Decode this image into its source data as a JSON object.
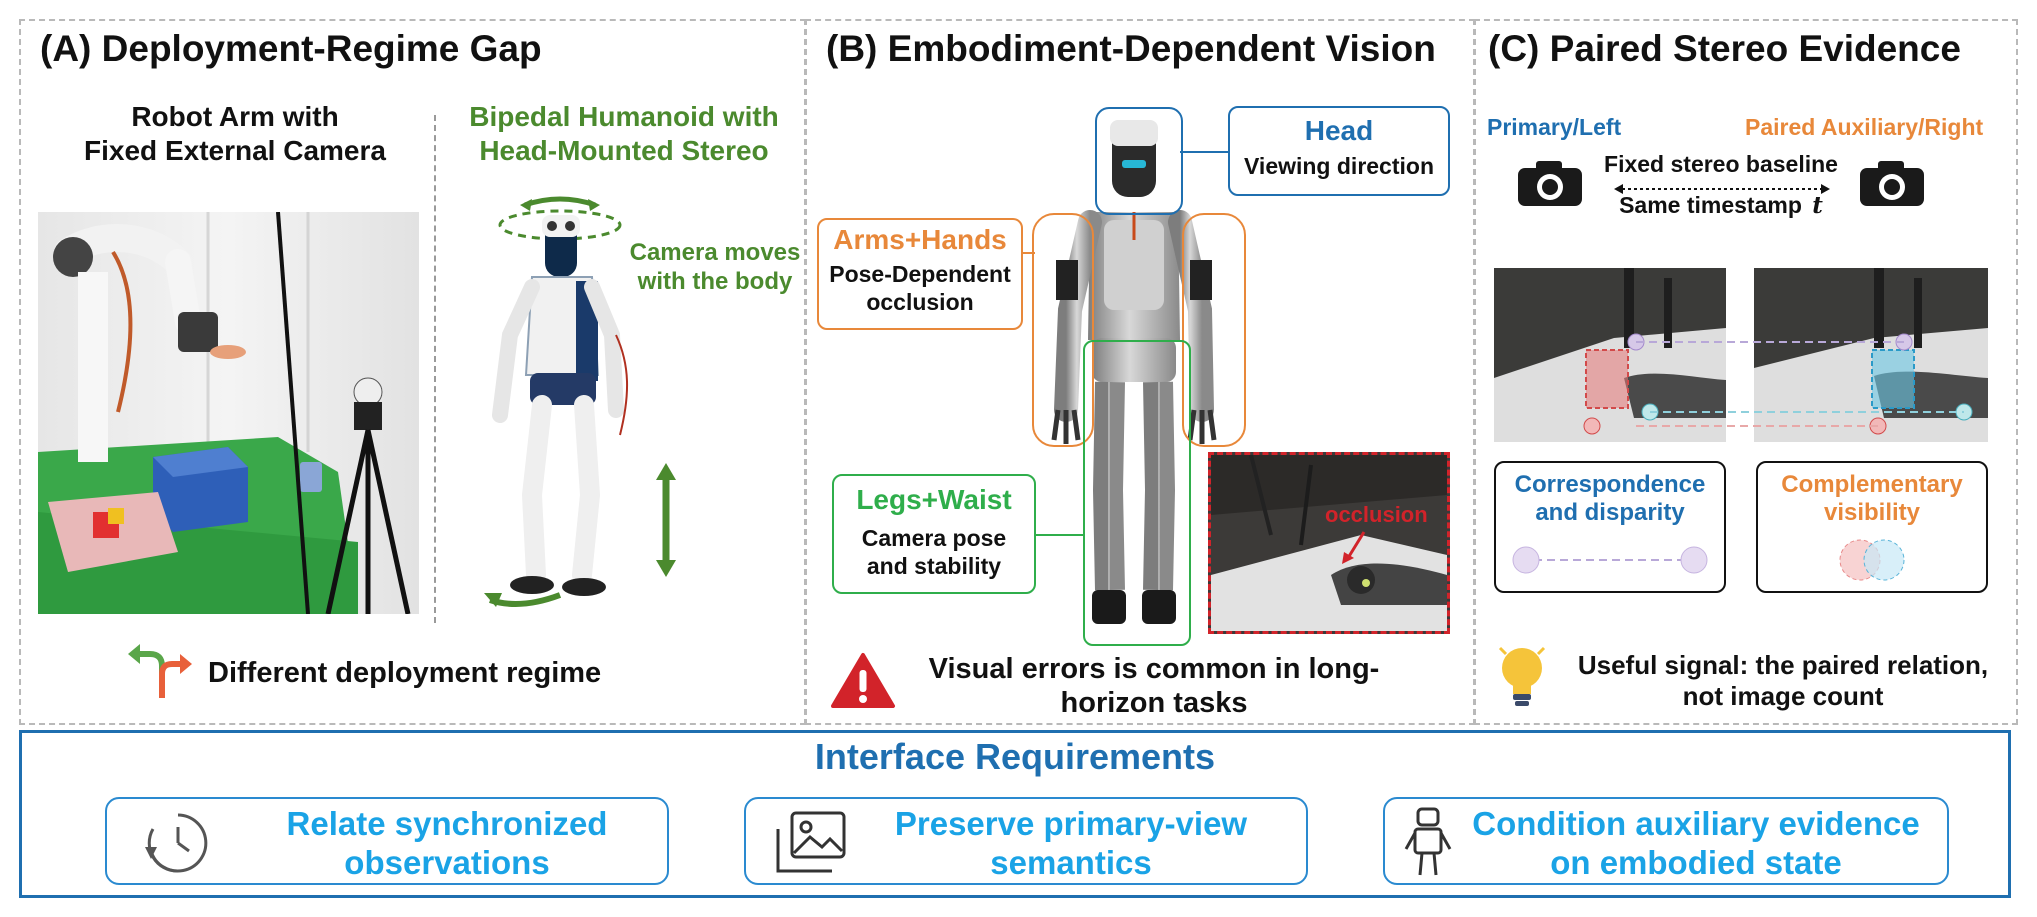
{
  "colors": {
    "blue": "#1f6fb0",
    "cyan": "#1aa3e6",
    "orange": "#e8883a",
    "green": "#2fae4b",
    "olive_green": "#4b8a2e",
    "red": "#d2232a"
  },
  "panel_a": {
    "title": "(A)  Deployment-Regime Gap",
    "left_caption_line1": "Robot Arm with",
    "left_caption_line2": "Fixed External Camera",
    "right_caption_line1": "Bipedal Humanoid with",
    "right_caption_line2": "Head-Mounted Stereo",
    "camera_note_line1": "Camera moves",
    "camera_note_line2": "with the body",
    "footer": "Different deployment regime",
    "footer_icon": "fork-arrows-icon"
  },
  "panel_b": {
    "title": "(B)  Embodiment-Dependent Vision",
    "head_label": "Head",
    "head_desc": "Viewing direction",
    "arms_label": "Arms+Hands",
    "arms_desc_line1": "Pose-Dependent",
    "arms_desc_line2": "occlusion",
    "legs_label": "Legs+Waist",
    "legs_desc_line1": "Camera pose",
    "legs_desc_line2": "and stability",
    "inset_label": "occlusion",
    "warning_line1": "Visual errors is common in long-",
    "warning_line2": "horizon tasks",
    "warning_icon": "warning-triangle-icon"
  },
  "panel_c": {
    "title": "(C)  Paired Stereo Evidence",
    "primary_label": "Primary/Left",
    "auxiliary_label": "Paired Auxiliary/Right",
    "baseline_label": "Fixed stereo baseline",
    "timestamp_label": "Same timestamp",
    "timestamp_var": "t",
    "correspondence_line1": "Correspondence",
    "correspondence_line2": "and disparity",
    "complementary_line1": "Complementary",
    "complementary_line2": "visibility",
    "signal_line1": "Useful signal: the paired relation,",
    "signal_line2": "not image count",
    "camera_icon": "camera-icon",
    "bulb_icon": "lightbulb-icon"
  },
  "requirements": {
    "title": "Interface Requirements",
    "items": [
      {
        "icon": "clock-sync-icon",
        "line1": "Relate synchronized",
        "line2": "observations"
      },
      {
        "icon": "image-stack-icon",
        "line1": "Preserve primary-view",
        "line2": "semantics"
      },
      {
        "icon": "robot-icon",
        "line1": "Condition auxiliary evidence",
        "line2": "on embodied state"
      }
    ]
  }
}
